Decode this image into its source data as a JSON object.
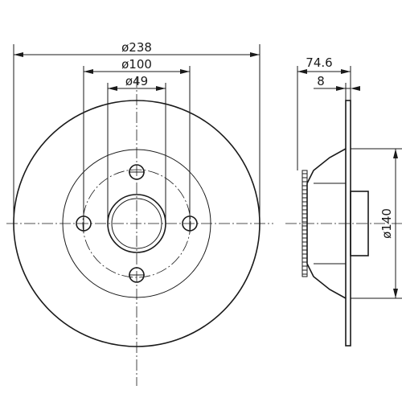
{
  "drawing": {
    "front_view": {
      "dim_outer": "ø238",
      "dim_bolt_circle": "ø100",
      "dim_center_bore": "ø49"
    },
    "side_view": {
      "dim_overall_height": "74.6",
      "dim_disc_thickness": "8",
      "dim_hub_diameter": "ø140"
    }
  },
  "colors": {
    "line": "#1a1a1a",
    "background": "#ffffff"
  }
}
